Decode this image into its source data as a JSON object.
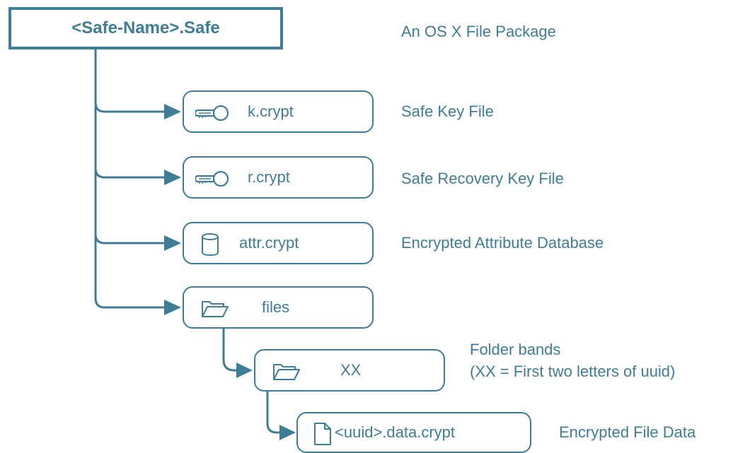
{
  "root": {
    "label": "<Safe-Name>.Safe",
    "description": "An OS X File Package"
  },
  "nodes": {
    "kcrypt": {
      "label": "k.crypt",
      "icon": "key-icon",
      "description": "Safe Key File"
    },
    "rcrypt": {
      "label": "r.crypt",
      "icon": "key-icon",
      "description": "Safe Recovery Key File"
    },
    "attr": {
      "label": "attr.crypt",
      "icon": "database-icon",
      "description": "Encrypted Attribute Database"
    },
    "files": {
      "label": "files",
      "icon": "folder-icon"
    },
    "xx": {
      "label": "XX",
      "icon": "folder-icon",
      "description_line1": "Folder bands",
      "description_line2": "(XX = First two letters of uuid)"
    },
    "datafile": {
      "label": "<uuid>.data.crypt",
      "icon": "document-icon",
      "description": "Encrypted File Data"
    }
  },
  "colors": {
    "accent": "#3f7d96"
  }
}
